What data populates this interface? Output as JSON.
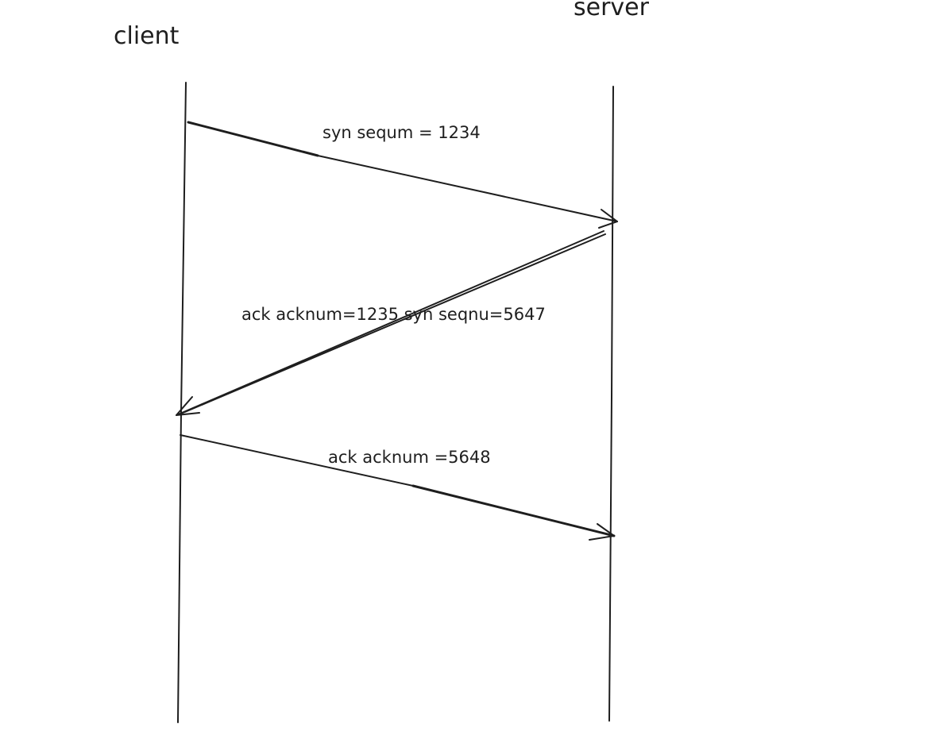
{
  "actors": {
    "client": "client",
    "server": "server"
  },
  "messages": [
    {
      "label": "syn sequm = 1234",
      "from": "client",
      "to": "server"
    },
    {
      "label": "ack acknum=1235 syn seqnu=5647",
      "from": "server",
      "to": "client"
    },
    {
      "label": "ack acknum =5648",
      "from": "client",
      "to": "server"
    }
  ],
  "colors": {
    "ink": "#1e1e1e",
    "background": "#ffffff"
  }
}
